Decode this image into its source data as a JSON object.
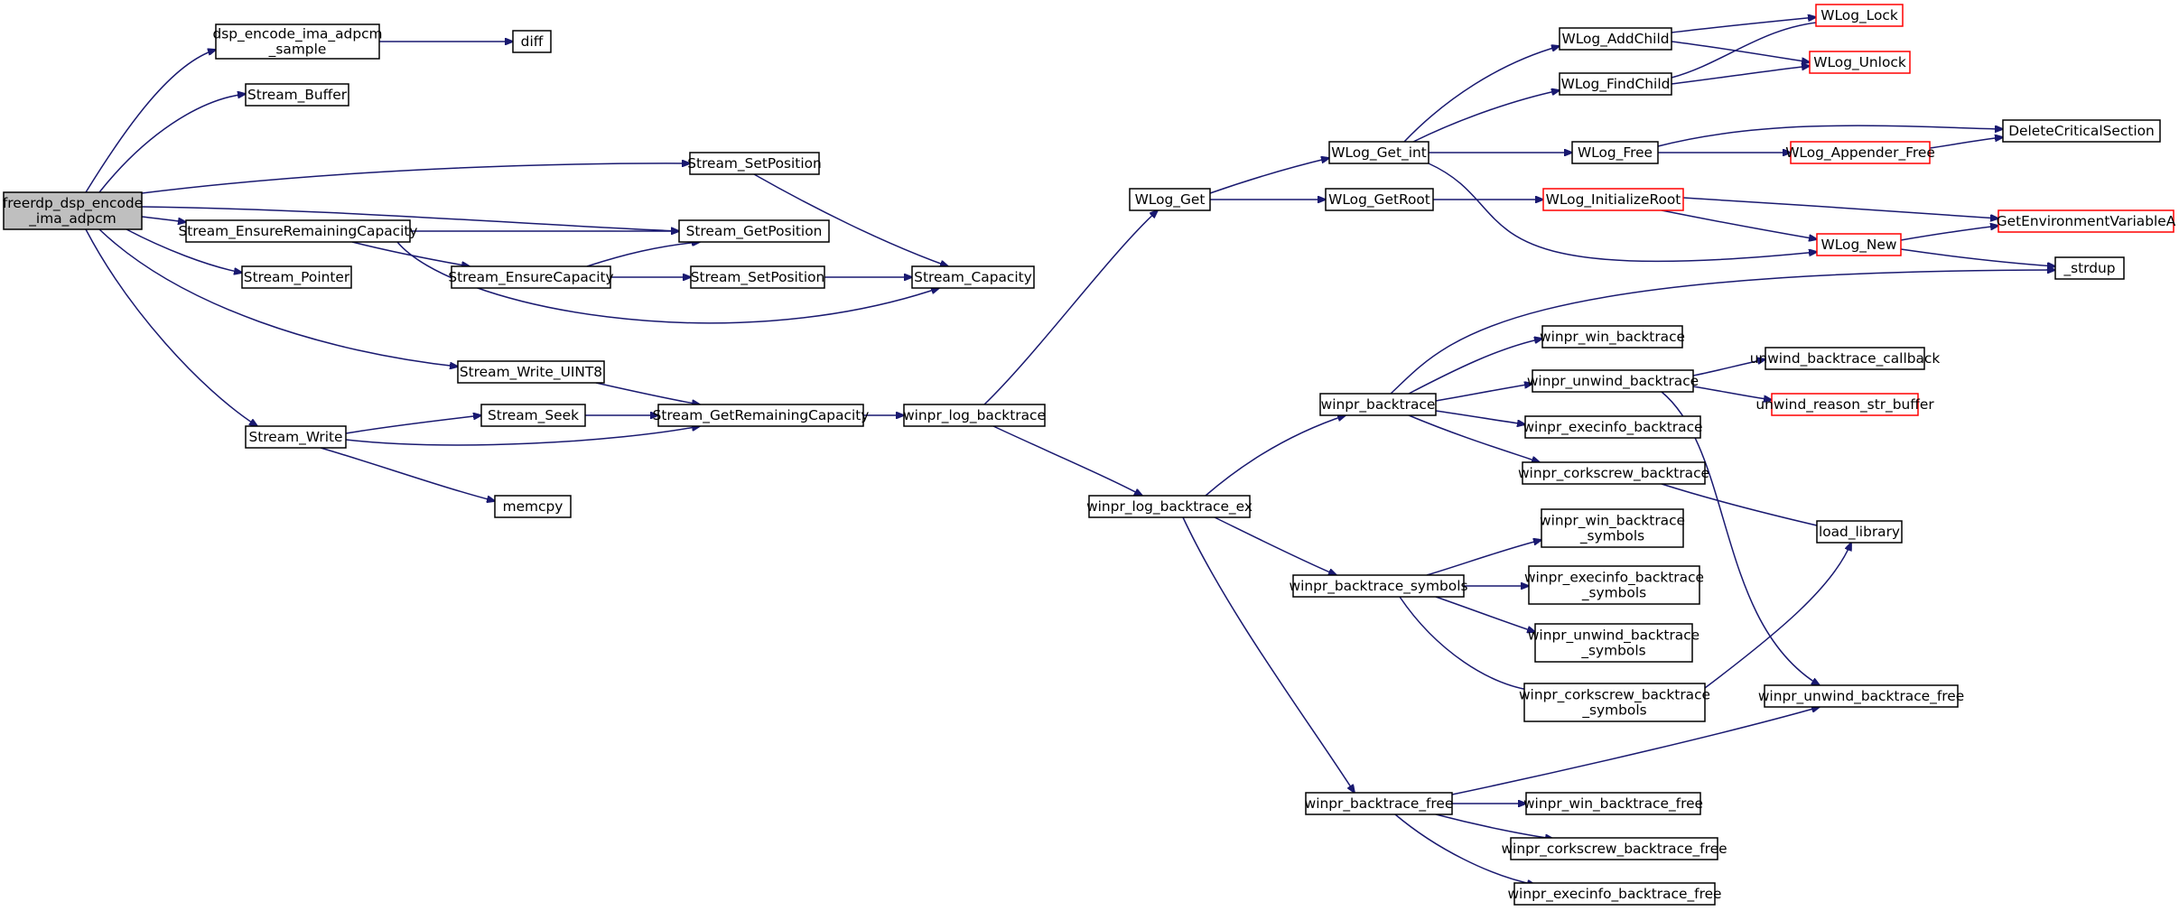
{
  "graph": {
    "colors": {
      "edge": "#191970",
      "node_border": "#000000",
      "node_border_red": "#ff0000",
      "root_fill": "#bfbfbf",
      "node_fill": "#ffffff"
    },
    "nodes": [
      {
        "id": "root",
        "lines": [
          "freerdp_dsp_encode",
          "_ima_adpcm"
        ],
        "style": "root"
      },
      {
        "id": "dsp_encode_sample",
        "lines": [
          "dsp_encode_ima_adpcm",
          "_sample"
        ],
        "style": "normal"
      },
      {
        "id": "diff",
        "lines": [
          "diff"
        ],
        "style": "normal"
      },
      {
        "id": "stream_buffer",
        "lines": [
          "Stream_Buffer"
        ],
        "style": "normal"
      },
      {
        "id": "stream_setposition_top",
        "lines": [
          "Stream_SetPosition"
        ],
        "style": "normal"
      },
      {
        "id": "stream_ensureremaining",
        "lines": [
          "Stream_EnsureRemainingCapacity"
        ],
        "style": "normal"
      },
      {
        "id": "stream_getposition",
        "lines": [
          "Stream_GetPosition"
        ],
        "style": "normal"
      },
      {
        "id": "stream_pointer",
        "lines": [
          "Stream_Pointer"
        ],
        "style": "normal"
      },
      {
        "id": "stream_ensurecapacity",
        "lines": [
          "Stream_EnsureCapacity"
        ],
        "style": "normal"
      },
      {
        "id": "stream_setposition_mid",
        "lines": [
          "Stream_SetPosition"
        ],
        "style": "normal"
      },
      {
        "id": "stream_capacity",
        "lines": [
          "Stream_Capacity"
        ],
        "style": "normal"
      },
      {
        "id": "stream_write_uint8",
        "lines": [
          "Stream_Write_UINT8"
        ],
        "style": "normal"
      },
      {
        "id": "stream_seek",
        "lines": [
          "Stream_Seek"
        ],
        "style": "normal"
      },
      {
        "id": "stream_getremaining",
        "lines": [
          "Stream_GetRemainingCapacity"
        ],
        "style": "normal"
      },
      {
        "id": "winpr_log_backtrace",
        "lines": [
          "winpr_log_backtrace"
        ],
        "style": "normal"
      },
      {
        "id": "stream_write",
        "lines": [
          "Stream_Write"
        ],
        "style": "normal"
      },
      {
        "id": "memcpy",
        "lines": [
          "memcpy"
        ],
        "style": "normal"
      },
      {
        "id": "wlog_get",
        "lines": [
          "WLog_Get"
        ],
        "style": "normal"
      },
      {
        "id": "wlog_get_int",
        "lines": [
          "WLog_Get_int"
        ],
        "style": "normal"
      },
      {
        "id": "wlog_getroot",
        "lines": [
          "WLog_GetRoot"
        ],
        "style": "normal"
      },
      {
        "id": "wlog_addchild",
        "lines": [
          "WLog_AddChild"
        ],
        "style": "normal"
      },
      {
        "id": "wlog_findchild",
        "lines": [
          "WLog_FindChild"
        ],
        "style": "normal"
      },
      {
        "id": "wlog_free",
        "lines": [
          "WLog_Free"
        ],
        "style": "normal"
      },
      {
        "id": "wlog_lock",
        "lines": [
          "WLog_Lock"
        ],
        "style": "red"
      },
      {
        "id": "wlog_unlock",
        "lines": [
          "WLog_Unlock"
        ],
        "style": "red"
      },
      {
        "id": "wlog_appender_free",
        "lines": [
          "WLog_Appender_Free"
        ],
        "style": "red"
      },
      {
        "id": "deletecriticalsection",
        "lines": [
          "DeleteCriticalSection"
        ],
        "style": "normal"
      },
      {
        "id": "wlog_initializeroot",
        "lines": [
          "WLog_InitializeRoot"
        ],
        "style": "red"
      },
      {
        "id": "getenvironmentvariablea",
        "lines": [
          "GetEnvironmentVariableA"
        ],
        "style": "red"
      },
      {
        "id": "wlog_new",
        "lines": [
          "WLog_New"
        ],
        "style": "red"
      },
      {
        "id": "strdup",
        "lines": [
          "_strdup"
        ],
        "style": "normal"
      },
      {
        "id": "winpr_log_backtrace_ex",
        "lines": [
          "winpr_log_backtrace_ex"
        ],
        "style": "normal"
      },
      {
        "id": "winpr_backtrace",
        "lines": [
          "winpr_backtrace"
        ],
        "style": "normal"
      },
      {
        "id": "winpr_win_backtrace",
        "lines": [
          "winpr_win_backtrace"
        ],
        "style": "normal"
      },
      {
        "id": "winpr_unwind_backtrace",
        "lines": [
          "winpr_unwind_backtrace"
        ],
        "style": "normal"
      },
      {
        "id": "unwind_backtrace_callback",
        "lines": [
          "unwind_backtrace_callback"
        ],
        "style": "normal"
      },
      {
        "id": "unwind_reason_str_buffer",
        "lines": [
          "unwind_reason_str_buffer"
        ],
        "style": "red"
      },
      {
        "id": "winpr_execinfo_backtrace",
        "lines": [
          "winpr_execinfo_backtrace"
        ],
        "style": "normal"
      },
      {
        "id": "winpr_corkscrew_backtrace",
        "lines": [
          "winpr_corkscrew_backtrace"
        ],
        "style": "normal"
      },
      {
        "id": "load_library",
        "lines": [
          "load_library"
        ],
        "style": "normal"
      },
      {
        "id": "winpr_backtrace_symbols",
        "lines": [
          "winpr_backtrace_symbols"
        ],
        "style": "normal"
      },
      {
        "id": "winpr_win_backtrace_symbols",
        "lines": [
          "winpr_win_backtrace",
          "_symbols"
        ],
        "style": "normal"
      },
      {
        "id": "winpr_execinfo_backtrace_symbols",
        "lines": [
          "winpr_execinfo_backtrace",
          "_symbols"
        ],
        "style": "normal"
      },
      {
        "id": "winpr_unwind_backtrace_symbols",
        "lines": [
          "winpr_unwind_backtrace",
          "_symbols"
        ],
        "style": "normal"
      },
      {
        "id": "winpr_corkscrew_backtrace_symbols",
        "lines": [
          "winpr_corkscrew_backtrace",
          "_symbols"
        ],
        "style": "normal"
      },
      {
        "id": "winpr_unwind_backtrace_free",
        "lines": [
          "winpr_unwind_backtrace_free"
        ],
        "style": "normal"
      },
      {
        "id": "winpr_backtrace_free",
        "lines": [
          "winpr_backtrace_free"
        ],
        "style": "normal"
      },
      {
        "id": "winpr_win_backtrace_free",
        "lines": [
          "winpr_win_backtrace_free"
        ],
        "style": "normal"
      },
      {
        "id": "winpr_corkscrew_backtrace_free",
        "lines": [
          "winpr_corkscrew_backtrace_free"
        ],
        "style": "normal"
      },
      {
        "id": "winpr_execinfo_backtrace_free",
        "lines": [
          "winpr_execinfo_backtrace_free"
        ],
        "style": "normal"
      }
    ],
    "edges": [
      {
        "from": "root",
        "to": "dsp_encode_sample"
      },
      {
        "from": "dsp_encode_sample",
        "to": "diff"
      },
      {
        "from": "root",
        "to": "stream_buffer"
      },
      {
        "from": "root",
        "to": "stream_setposition_top"
      },
      {
        "from": "root",
        "to": "stream_getposition"
      },
      {
        "from": "root",
        "to": "stream_ensureremaining"
      },
      {
        "from": "root",
        "to": "stream_pointer"
      },
      {
        "from": "root",
        "to": "stream_write_uint8"
      },
      {
        "from": "root",
        "to": "stream_write"
      },
      {
        "from": "stream_setposition_top",
        "to": "stream_capacity"
      },
      {
        "from": "stream_ensureremaining",
        "to": "stream_getposition"
      },
      {
        "from": "stream_ensureremaining",
        "to": "stream_ensurecapacity"
      },
      {
        "from": "stream_ensureremaining",
        "to": "stream_capacity"
      },
      {
        "from": "stream_ensurecapacity",
        "to": "stream_getposition"
      },
      {
        "from": "stream_ensurecapacity",
        "to": "stream_setposition_mid"
      },
      {
        "from": "stream_setposition_mid",
        "to": "stream_capacity"
      },
      {
        "from": "stream_write_uint8",
        "to": "stream_getremaining"
      },
      {
        "from": "stream_write",
        "to": "stream_seek"
      },
      {
        "from": "stream_write",
        "to": "stream_getremaining"
      },
      {
        "from": "stream_write",
        "to": "memcpy"
      },
      {
        "from": "stream_seek",
        "to": "stream_getremaining"
      },
      {
        "from": "stream_getremaining",
        "to": "winpr_log_backtrace"
      },
      {
        "from": "winpr_log_backtrace",
        "to": "wlog_get"
      },
      {
        "from": "winpr_log_backtrace",
        "to": "winpr_log_backtrace_ex"
      },
      {
        "from": "wlog_get",
        "to": "wlog_get_int"
      },
      {
        "from": "wlog_get",
        "to": "wlog_getroot"
      },
      {
        "from": "wlog_get_int",
        "to": "wlog_addchild"
      },
      {
        "from": "wlog_get_int",
        "to": "wlog_findchild"
      },
      {
        "from": "wlog_get_int",
        "to": "wlog_free"
      },
      {
        "from": "wlog_get_int",
        "to": "wlog_new"
      },
      {
        "from": "wlog_addchild",
        "to": "wlog_lock"
      },
      {
        "from": "wlog_addchild",
        "to": "wlog_unlock"
      },
      {
        "from": "wlog_findchild",
        "to": "wlog_lock"
      },
      {
        "from": "wlog_findchild",
        "to": "wlog_unlock"
      },
      {
        "from": "wlog_free",
        "to": "deletecriticalsection"
      },
      {
        "from": "wlog_free",
        "to": "wlog_appender_free"
      },
      {
        "from": "wlog_appender_free",
        "to": "deletecriticalsection"
      },
      {
        "from": "wlog_getroot",
        "to": "wlog_initializeroot"
      },
      {
        "from": "wlog_initializeroot",
        "to": "getenvironmentvariablea"
      },
      {
        "from": "wlog_initializeroot",
        "to": "wlog_new"
      },
      {
        "from": "wlog_new",
        "to": "getenvironmentvariablea"
      },
      {
        "from": "wlog_new",
        "to": "strdup"
      },
      {
        "from": "winpr_log_backtrace_ex",
        "to": "winpr_backtrace"
      },
      {
        "from": "winpr_log_backtrace_ex",
        "to": "winpr_backtrace_symbols"
      },
      {
        "from": "winpr_log_backtrace_ex",
        "to": "winpr_backtrace_free"
      },
      {
        "from": "winpr_backtrace",
        "to": "strdup"
      },
      {
        "from": "winpr_backtrace",
        "to": "winpr_win_backtrace"
      },
      {
        "from": "winpr_backtrace",
        "to": "winpr_unwind_backtrace"
      },
      {
        "from": "winpr_backtrace",
        "to": "winpr_execinfo_backtrace"
      },
      {
        "from": "winpr_backtrace",
        "to": "winpr_corkscrew_backtrace"
      },
      {
        "from": "winpr_unwind_backtrace",
        "to": "unwind_backtrace_callback"
      },
      {
        "from": "winpr_unwind_backtrace",
        "to": "unwind_reason_str_buffer"
      },
      {
        "from": "winpr_unwind_backtrace",
        "to": "winpr_unwind_backtrace_free"
      },
      {
        "from": "winpr_corkscrew_backtrace",
        "to": "load_library"
      },
      {
        "from": "winpr_backtrace_symbols",
        "to": "winpr_win_backtrace_symbols"
      },
      {
        "from": "winpr_backtrace_symbols",
        "to": "winpr_execinfo_backtrace_symbols"
      },
      {
        "from": "winpr_backtrace_symbols",
        "to": "winpr_unwind_backtrace_symbols"
      },
      {
        "from": "winpr_backtrace_symbols",
        "to": "winpr_corkscrew_backtrace_symbols"
      },
      {
        "from": "winpr_corkscrew_backtrace_symbols",
        "to": "load_library"
      },
      {
        "from": "winpr_backtrace_free",
        "to": "winpr_unwind_backtrace_free"
      },
      {
        "from": "winpr_backtrace_free",
        "to": "winpr_win_backtrace_free"
      },
      {
        "from": "winpr_backtrace_free",
        "to": "winpr_corkscrew_backtrace_free"
      },
      {
        "from": "winpr_backtrace_free",
        "to": "winpr_execinfo_backtrace_free"
      }
    ]
  }
}
